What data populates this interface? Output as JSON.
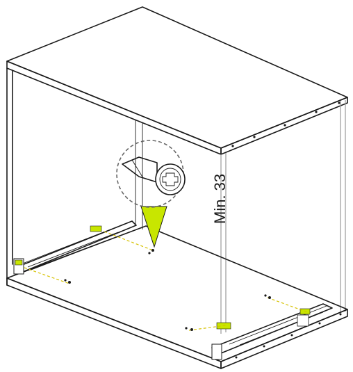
{
  "figure": {
    "dimension_label": "Min. 33",
    "accent_color": "#c8e600",
    "icons": [
      "cabinet-body",
      "drawer-slide-left",
      "drawer-slide-right",
      "mounting-screw",
      "screw-detail-magnifier"
    ]
  }
}
